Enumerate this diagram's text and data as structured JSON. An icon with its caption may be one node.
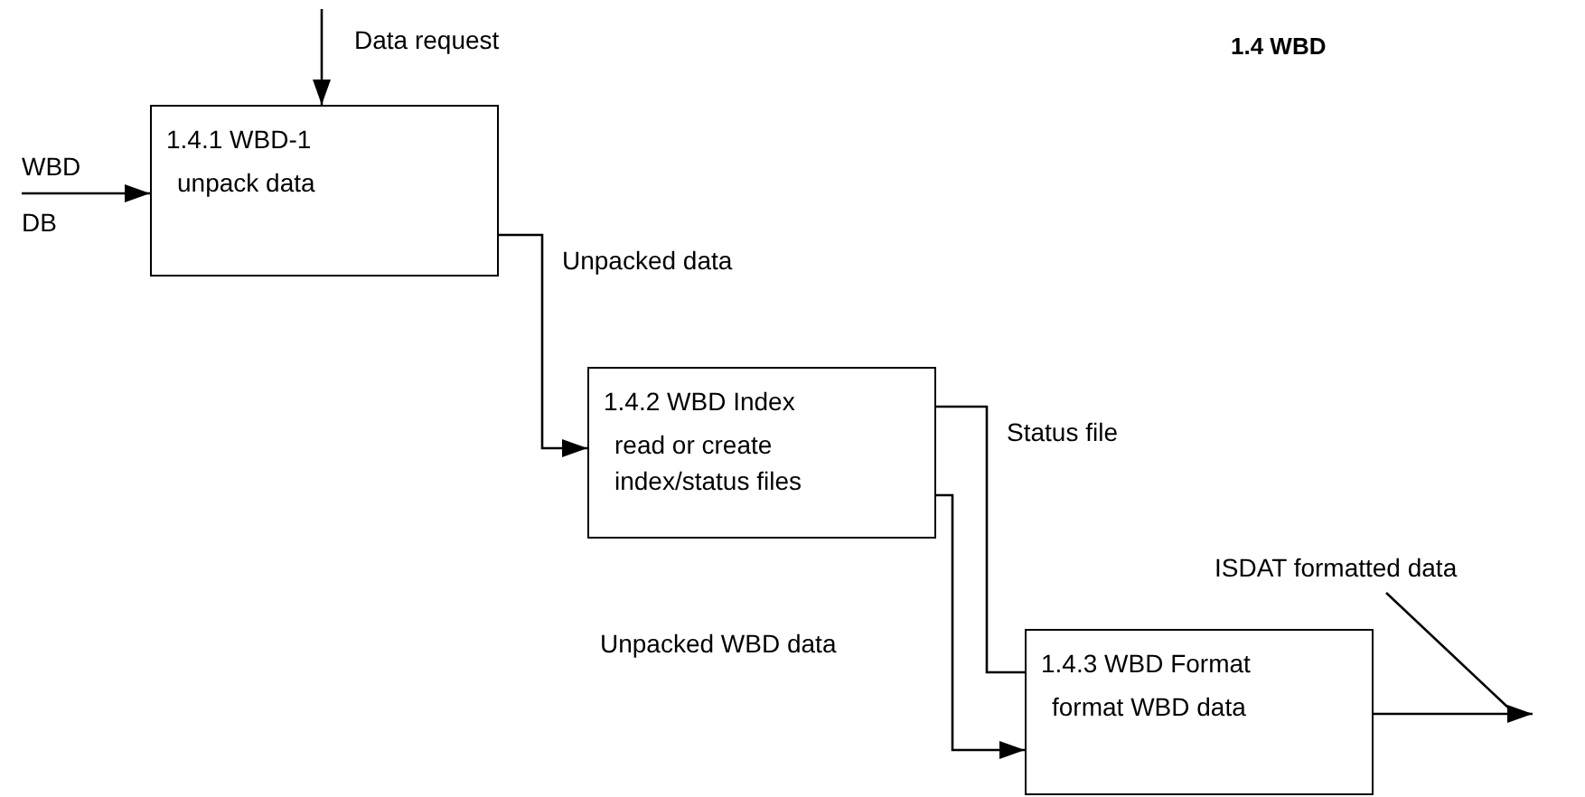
{
  "diagram": {
    "title": "1.4 WBD",
    "nodes": [
      {
        "text": [
          "1.4.1 WBD-1",
          "unpack data"
        ]
      },
      {
        "text": [
          "1.4.2 WBD Index",
          "read or create index/status files"
        ]
      },
      {
        "text": [
          "1.4.3 WBD Format",
          "format WBD data"
        ]
      },
      {
        "text": [
          "ISDAT formatted data"
        ]
      }
    ],
    "edges": [
      {
        "from": null,
        "to": 0,
        "arrow": "to",
        "label": "Data request"
      },
      {
        "from": null,
        "to": 0,
        "arrow": "to"
      },
      {
        "from": 0,
        "to": 1,
        "arrow": "to",
        "label": "Unpacked data"
      },
      {
        "from": 1,
        "to": 2,
        "arrow": "none",
        "label": "Status file"
      },
      {
        "from": 1,
        "to": 2,
        "arrow": "to",
        "label": "Unpacked WBD data"
      },
      {
        "from": 2,
        "to": null,
        "arrow": "to"
      },
      {
        "from": 3,
        "to": null,
        "arrow": "none"
      }
    ],
    "labels": [
      "WBD",
      "DB"
    ]
  }
}
